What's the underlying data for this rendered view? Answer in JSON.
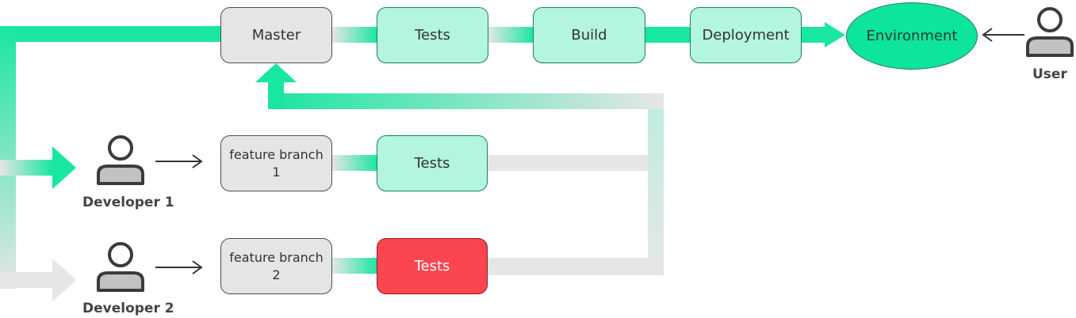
{
  "colors": {
    "green_accent": "#0de49c",
    "green_box": "#b3f5dd",
    "gray_box": "#e5e5e5",
    "red_box": "#fb4650",
    "track_gray": "#e6e6e6",
    "person": "#3b3b3b",
    "person_body": "#c2c2c2"
  },
  "nodes": {
    "master": "Master",
    "top_tests": "Tests",
    "build": "Build",
    "deployment": "Deployment",
    "environment": "Environment",
    "feature_branch_1": "feature branch\n1",
    "feature_branch_2": "feature branch\n2",
    "tests_1": "Tests",
    "tests_2": "Tests"
  },
  "people": {
    "user": "User",
    "developer_1": "Developer 1",
    "developer_2": "Developer 2"
  },
  "icons": [
    "person-icon",
    "arrow-right-icon",
    "arrow-left-icon",
    "arrow-up-icon"
  ]
}
